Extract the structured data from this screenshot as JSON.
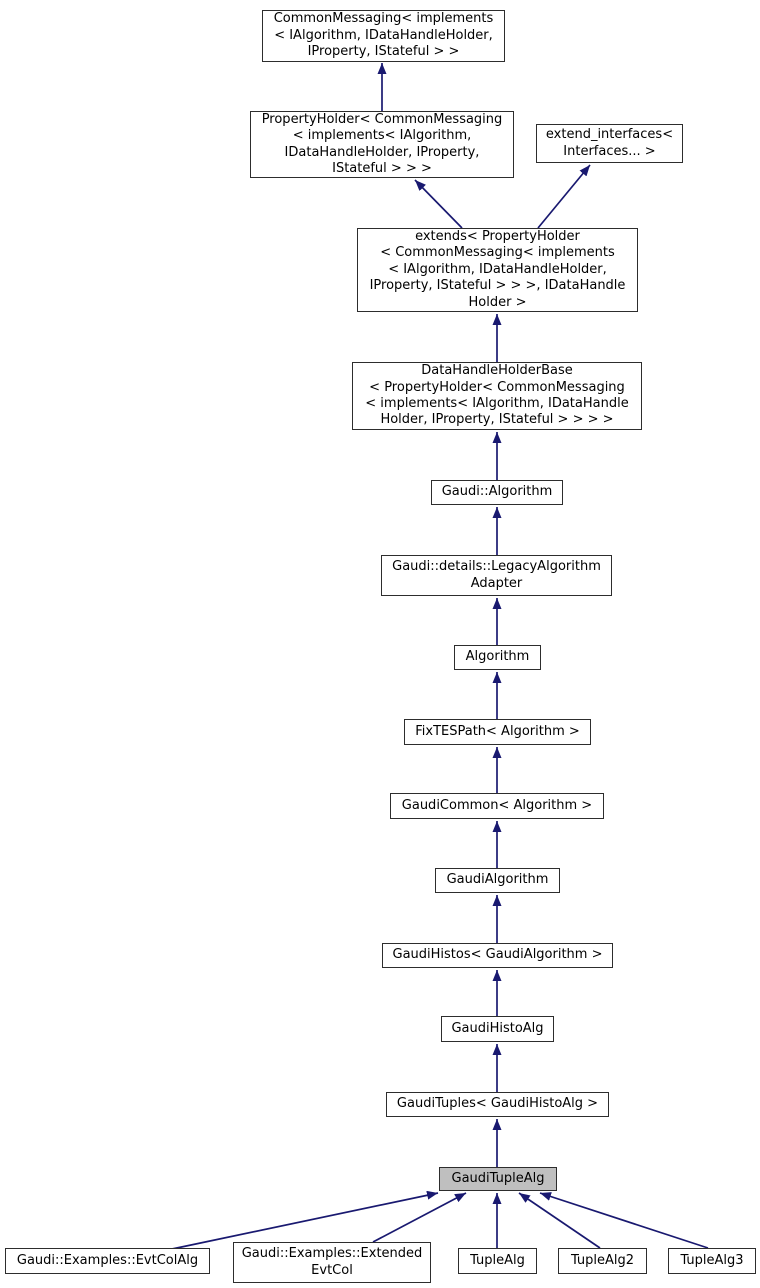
{
  "diagram": {
    "kind": "class-inheritance-graph",
    "selected_node": "GaudiTupleAlg",
    "colors": {
      "edge": "#191970",
      "node_border": "#2d2d2d",
      "node_fill": "#ffffff",
      "selected_node_fill": "#bfbfbf",
      "text": "#000000",
      "background": "#ffffff"
    },
    "nodes": [
      {
        "id": "common-messaging",
        "label": "CommonMessaging< implements\n< IAlgorithm, IDataHandleHolder,\nIProperty, IStateful > >"
      },
      {
        "id": "property-holder",
        "label": "PropertyHolder< CommonMessaging\n< implements< IAlgorithm,\nIDataHandleHolder, IProperty,\nIStateful > > >"
      },
      {
        "id": "extend-interfaces",
        "label": "extend_interfaces<\nInterfaces... >"
      },
      {
        "id": "extends",
        "label": "extends< PropertyHolder\n< CommonMessaging< implements\n< IAlgorithm, IDataHandleHolder,\nIProperty, IStateful > > >, IDataHandle\nHolder >"
      },
      {
        "id": "data-handle-holder-base",
        "label": "DataHandleHolderBase\n< PropertyHolder< CommonMessaging\n< implements< IAlgorithm, IDataHandle\nHolder, IProperty, IStateful > > > >"
      },
      {
        "id": "gaudi-algorithm-ns",
        "label": "Gaudi::Algorithm"
      },
      {
        "id": "legacy-algorithm-adapter",
        "label": "Gaudi::details::LegacyAlgorithm\nAdapter"
      },
      {
        "id": "algorithm",
        "label": "Algorithm"
      },
      {
        "id": "fixtespath",
        "label": "FixTESPath< Algorithm >"
      },
      {
        "id": "gaudi-common",
        "label": "GaudiCommon< Algorithm >"
      },
      {
        "id": "gaudi-algorithm",
        "label": "GaudiAlgorithm"
      },
      {
        "id": "gaudi-histos",
        "label": "GaudiHistos< GaudiAlgorithm >"
      },
      {
        "id": "gaudi-histo-alg",
        "label": "GaudiHistoAlg"
      },
      {
        "id": "gaudi-tuples",
        "label": "GaudiTuples< GaudiHistoAlg >"
      },
      {
        "id": "gaudi-tuple-alg",
        "label": "GaudiTupleAlg",
        "selected": true
      },
      {
        "id": "evt-col-alg",
        "label": "Gaudi::Examples::EvtColAlg"
      },
      {
        "id": "extended-evt-col",
        "label": "Gaudi::Examples::Extended\nEvtCol"
      },
      {
        "id": "tuple-alg",
        "label": "TupleAlg"
      },
      {
        "id": "tuple-alg2",
        "label": "TupleAlg2"
      },
      {
        "id": "tuple-alg3",
        "label": "TupleAlg3"
      }
    ],
    "edges": [
      {
        "derived": "property-holder",
        "base": "common-messaging"
      },
      {
        "derived": "extends",
        "base": "property-holder"
      },
      {
        "derived": "extends",
        "base": "extend-interfaces"
      },
      {
        "derived": "data-handle-holder-base",
        "base": "extends"
      },
      {
        "derived": "gaudi-algorithm-ns",
        "base": "data-handle-holder-base"
      },
      {
        "derived": "legacy-algorithm-adapter",
        "base": "gaudi-algorithm-ns"
      },
      {
        "derived": "algorithm",
        "base": "legacy-algorithm-adapter"
      },
      {
        "derived": "fixtespath",
        "base": "algorithm"
      },
      {
        "derived": "gaudi-common",
        "base": "fixtespath"
      },
      {
        "derived": "gaudi-algorithm",
        "base": "gaudi-common"
      },
      {
        "derived": "gaudi-histos",
        "base": "gaudi-algorithm"
      },
      {
        "derived": "gaudi-histo-alg",
        "base": "gaudi-histos"
      },
      {
        "derived": "gaudi-tuples",
        "base": "gaudi-histo-alg"
      },
      {
        "derived": "gaudi-tuple-alg",
        "base": "gaudi-tuples"
      },
      {
        "derived": "evt-col-alg",
        "base": "gaudi-tuple-alg"
      },
      {
        "derived": "extended-evt-col",
        "base": "gaudi-tuple-alg"
      },
      {
        "derived": "tuple-alg",
        "base": "gaudi-tuple-alg"
      },
      {
        "derived": "tuple-alg2",
        "base": "gaudi-tuple-alg"
      },
      {
        "derived": "tuple-alg3",
        "base": "gaudi-tuple-alg"
      }
    ]
  }
}
